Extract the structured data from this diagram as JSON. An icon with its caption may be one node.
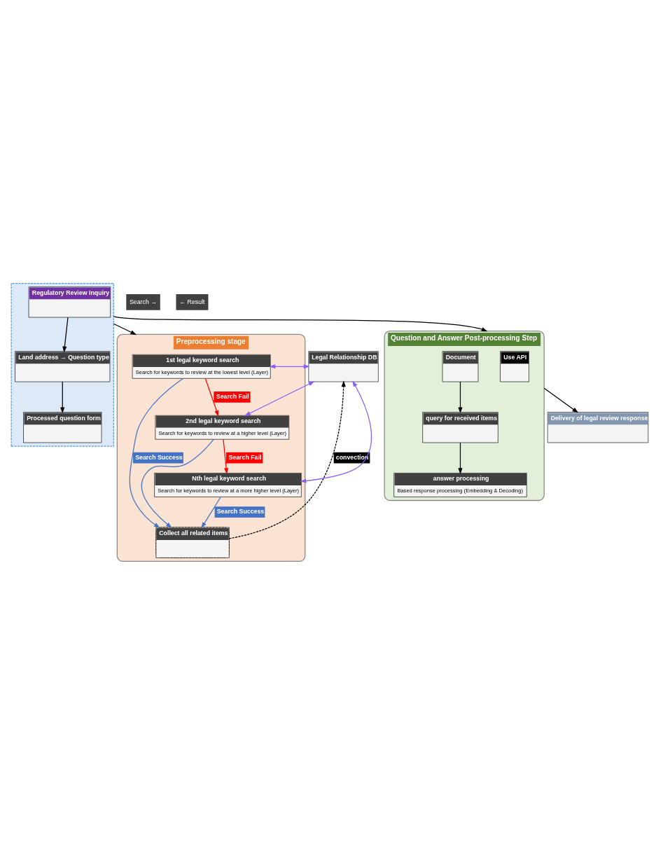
{
  "diagram": {
    "nodes": [
      {
        "text": [],
        "shape": "box"
      },
      {
        "text": [
          "Regulatory Review Inquiry"
        ],
        "in": 0
      },
      {
        "text": [
          "Land address → Question type"
        ],
        "in": 0
      },
      {
        "text": [
          "Processed question form"
        ],
        "in": 0
      },
      {
        "text": [
          "Preprocessing stage"
        ]
      },
      {
        "text": [
          "1st legal keyword search",
          "Search for keywords to review at the lowest level (Layer)"
        ],
        "in": 4
      },
      {
        "text": [
          "2nd legal keyword search",
          "Search for keywords to review at a higher level (Layer)"
        ],
        "in": 4
      },
      {
        "text": [
          "Collect all related items"
        ],
        "in": 4
      },
      {
        "text": [
          "Nth legal keyword search",
          "Search for keywords to review at a more higher level (Layer)"
        ],
        "in": 4
      },
      {
        "text": [
          "Legal Relationship DB"
        ]
      },
      {
        "text": [
          "Question and Answer Post-processing Step"
        ]
      },
      {
        "text": [
          "Use API"
        ],
        "in": 10
      },
      {
        "text": [
          "Document"
        ],
        "in": 10
      },
      {
        "text": [
          "query for received items"
        ],
        "in": 10
      },
      {
        "text": [
          "answer processing",
          "Based response processing (Embedding & Decoding)"
        ],
        "in": 10
      },
      {
        "text": [
          "Delivery of legal review response"
        ]
      }
    ],
    "edges": [
      {
        "from": 1,
        "to": 2,
        "arrow": "to"
      },
      {
        "from": 2,
        "to": 3,
        "arrow": "to"
      },
      {
        "from": 0,
        "to": 4,
        "arrow": "to"
      },
      {
        "from": 0,
        "to": 10,
        "arrow": "to"
      },
      {
        "from": 5,
        "to": 6,
        "arrow": "to",
        "label": "Search Fail",
        "color": "#ff0000"
      },
      {
        "from": 6,
        "to": 8,
        "arrow": "to",
        "label": "Search Fail",
        "color": "#ff0000"
      },
      {
        "from": 5,
        "to": 7,
        "arrow": "to",
        "label": "Search Success",
        "color": "#4472c4"
      },
      {
        "from": 6,
        "to": 7,
        "arrow": "to",
        "color": "#4472c4"
      },
      {
        "from": 8,
        "to": 7,
        "arrow": "to",
        "label": "Search Success",
        "color": "#4472c4"
      },
      {
        "from": 9,
        "to": 5,
        "arrow": "both",
        "color": "#8b5cf6"
      },
      {
        "from": 9,
        "to": 6,
        "arrow": "both",
        "color": "#8b5cf6"
      },
      {
        "from": 9,
        "to": 8,
        "arrow": "both",
        "color": "#8b5cf6"
      },
      {
        "from": 7,
        "to": 9,
        "arrow": "to",
        "label": "convection",
        "style": "dashed"
      },
      {
        "from": 12,
        "to": 13,
        "arrow": "to"
      },
      {
        "from": 13,
        "to": 14,
        "arrow": "to"
      },
      {
        "from": 10,
        "to": 15,
        "arrow": "to"
      }
    ],
    "labels": [
      "Search →",
      "← Result"
    ]
  }
}
